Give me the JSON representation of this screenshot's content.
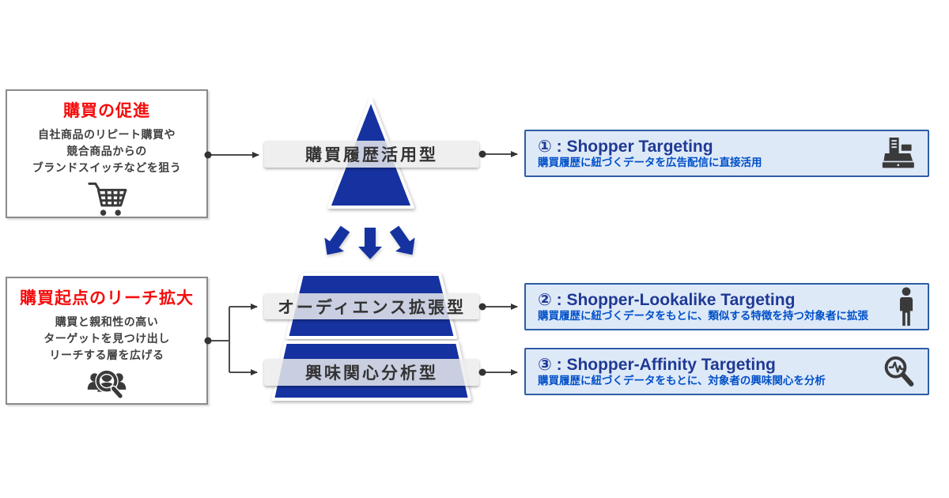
{
  "colors": {
    "pyramid_blue": "#1532a0",
    "left_title_red": "#f50d0d",
    "left_body_gray": "#404040",
    "band_bg_gray": "#ececec",
    "band_text": "#333333",
    "right_box_bg": "#dee9f8",
    "right_box_border": "#2e5ca6",
    "right_title_navy": "#1f3a94",
    "right_desc_blue": "#0050c8",
    "icon_dark": "#3a3a3a",
    "connector_gray": "#4d4d4d"
  },
  "left_boxes": [
    {
      "title": "購買の促進",
      "lines": [
        "自社商品のリピート購買や",
        "競合商品からの",
        "ブランドスイッチなどを狙う"
      ],
      "icon": "shopping-cart"
    },
    {
      "title": "購買起点のリーチ拡大",
      "lines": [
        "購買と親和性の高い",
        "ターゲットを見つけ出し",
        "リーチする層を広げる"
      ],
      "icon": "audience-search"
    }
  ],
  "pyramid": {
    "bands": [
      {
        "label": "購買履歴活用型"
      },
      {
        "label": "オーディエンス拡張型"
      },
      {
        "label": "興味関心分析型"
      }
    ]
  },
  "right_boxes": [
    {
      "title": "① : Shopper Targeting",
      "desc": "購買履歴に紐づくデータを広告配信に直接活用",
      "icon": "cash-register"
    },
    {
      "title": "② : Shopper-Lookalike Targeting",
      "desc": "購買履歴に紐づくデータをもとに、類似する特徴を持つ対象者に拡張",
      "icon": "person"
    },
    {
      "title": "③ : Shopper-Affinity Targeting",
      "desc": "購買履歴に紐づくデータをもとに、対象者の興味関心を分析",
      "icon": "analysis-magnifier"
    }
  ]
}
